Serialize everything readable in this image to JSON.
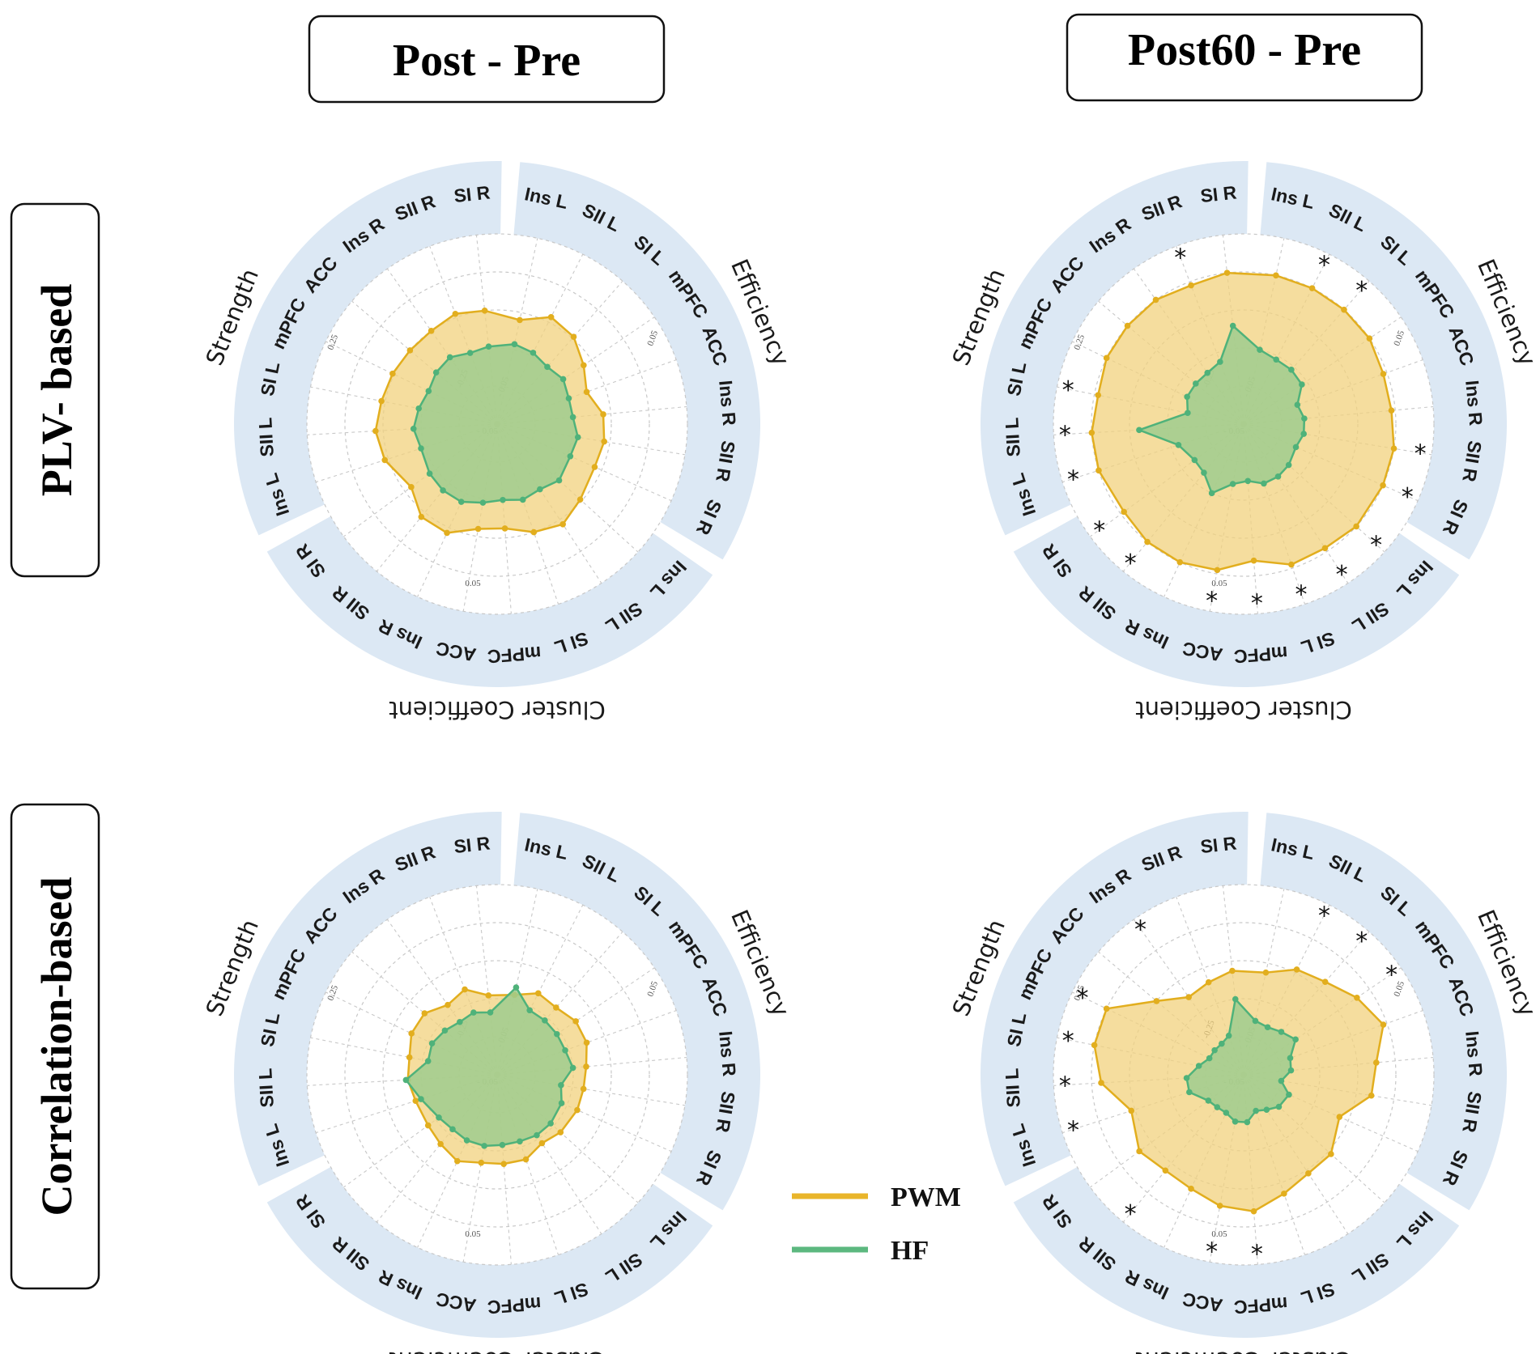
{
  "figure": {
    "columns": [
      "Post - Pre",
      "Post60 - Pre"
    ],
    "rows": [
      "PLV- based",
      "Correlation-based"
    ],
    "legend": [
      {
        "name": "PWM",
        "color": "#E9B52A"
      },
      {
        "name": "HF",
        "color": "#5CB87F"
      }
    ]
  },
  "colors": {
    "band": "#DCE8F4",
    "pwm_line": "#E2AE1E",
    "pwm_fill": "#F2D27E",
    "hf_line": "#4FB27A",
    "hf_fill": "#9FCD8E",
    "grid": "#C8C8C8"
  },
  "chart_data": [
    {
      "type": "radar",
      "title": "Post - Pre",
      "row": "PLV- based",
      "groups": [
        "Efficiency",
        "Cluster Coefficient",
        "Strength"
      ],
      "categories": [
        "Ins L",
        "SII L",
        "SI L",
        "mPFC",
        "ACC",
        "Ins R",
        "SII R",
        "SI R",
        "Ins L",
        "SII L",
        "SI L",
        "mPFC",
        "ACC",
        "Ins R",
        "SII R",
        "SI R",
        "Ins L",
        "SII L",
        "SI L",
        "mPFC",
        "ACC",
        "Ins R",
        "SII R",
        "SI R"
      ],
      "axis_labels": [
        "-0.25",
        "- 0.05",
        "- 0.05",
        "0.05",
        "0.05",
        "0.25"
      ],
      "series": [
        {
          "name": "PWM",
          "values": [
            0.56,
            0.63,
            0.61,
            0.55,
            0.5,
            0.56,
            0.57,
            0.56,
            0.59,
            0.63,
            0.6,
            0.55,
            0.56,
            0.63,
            0.63,
            0.56,
            0.62,
            0.64,
            0.62,
            0.61,
            0.6,
            0.6,
            0.62,
            0.6
          ]
        },
        {
          "name": "HF",
          "values": [
            0.43,
            0.42,
            0.4,
            0.42,
            0.4,
            0.4,
            0.43,
            0.42,
            0.44,
            0.41,
            0.42,
            0.4,
            0.42,
            0.45,
            0.45,
            0.44,
            0.42,
            0.44,
            0.42,
            0.4,
            0.42,
            0.43,
            0.4,
            0.41
          ]
        }
      ],
      "significant": []
    },
    {
      "type": "radar",
      "title": "Post60 - Pre",
      "row": "PLV- based",
      "groups": [
        "Efficiency",
        "Cluster Coefficient",
        "Strength"
      ],
      "categories": [
        "Ins L",
        "SII L",
        "SI L",
        "mPFC",
        "ACC",
        "Ins R",
        "SII R",
        "SI R",
        "Ins L",
        "SII L",
        "SI L",
        "mPFC",
        "ACC",
        "Ins R",
        "SII R",
        "SI R",
        "Ins L",
        "SII L",
        "SI L",
        "mPFC",
        "ACC",
        "Ins R",
        "SII R",
        "SI R"
      ],
      "axis_labels": [
        "-0.25",
        "- 0.05",
        "- 0.05",
        "0.05",
        "0.05",
        "0.25"
      ],
      "series": [
        {
          "name": "PWM",
          "values": [
            0.8,
            0.8,
            0.8,
            0.8,
            0.78,
            0.78,
            0.8,
            0.8,
            0.8,
            0.78,
            0.78,
            0.72,
            0.78,
            0.8,
            0.8,
            0.78,
            0.8,
            0.8,
            0.78,
            0.8,
            0.8,
            0.8,
            0.78,
            0.8
          ]
        },
        {
          "name": "HF",
          "values": [
            0.4,
            0.38,
            0.38,
            0.37,
            0.3,
            0.32,
            0.32,
            0.3,
            0.32,
            0.33,
            0.33,
            0.3,
            0.32,
            0.4,
            0.33,
            0.32,
            0.36,
            0.55,
            0.3,
            0.33,
            0.33,
            0.33,
            0.35,
            0.52
          ]
        }
      ],
      "significant": [
        1,
        2,
        6,
        7,
        8,
        9,
        10,
        11,
        12,
        14,
        15,
        16,
        17,
        18,
        22
      ]
    },
    {
      "type": "radar",
      "title": "Post - Pre",
      "row": "Correlation-based",
      "groups": [
        "Efficiency",
        "Cluster Coefficient",
        "Strength"
      ],
      "categories": [
        "Ins L",
        "SII L",
        "SI L",
        "mPFC",
        "ACC",
        "Ins R",
        "SII R",
        "SI R",
        "Ins L",
        "SII L",
        "SI L",
        "mPFC",
        "ACC",
        "Ins R",
        "SII R",
        "SI R",
        "Ins L",
        "SII L",
        "SI L",
        "mPFC",
        "ACC",
        "Ins R",
        "SII R",
        "SI R"
      ],
      "axis_labels": [
        "-0.25",
        "- 0.05",
        "- 0.05",
        "0.05",
        "0.05",
        "0.25"
      ],
      "series": [
        {
          "name": "PWM",
          "values": [
            0.43,
            0.48,
            0.47,
            0.5,
            0.5,
            0.47,
            0.46,
            0.46,
            0.45,
            0.43,
            0.47,
            0.47,
            0.47,
            0.5,
            0.47,
            0.45,
            0.45,
            0.47,
            0.47,
            0.5,
            0.5,
            0.45,
            0.48,
            0.42
          ]
        },
        {
          "name": "HF",
          "values": [
            0.47,
            0.38,
            0.38,
            0.38,
            0.38,
            0.4,
            0.34,
            0.37,
            0.38,
            0.38,
            0.37,
            0.37,
            0.38,
            0.38,
            0.37,
            0.38,
            0.42,
            0.48,
            0.37,
            0.38,
            0.36,
            0.34,
            0.35,
            0.33
          ]
        }
      ],
      "significant": []
    },
    {
      "type": "radar",
      "title": "Post60 - Pre",
      "row": "Correlation-based",
      "groups": [
        "Efficiency",
        "Cluster Coefficient",
        "Strength"
      ],
      "categories": [
        "Ins L",
        "SII L",
        "SI L",
        "mPFC",
        "ACC",
        "Ins R",
        "SII R",
        "SI R",
        "Ins L",
        "SII L",
        "SI L",
        "mPFC",
        "ACC",
        "Ins R",
        "SII R",
        "SI R",
        "Ins L",
        "SII L",
        "SI L",
        "mPFC",
        "ACC",
        "Ins R",
        "SII R",
        "SI R"
      ],
      "axis_labels": [
        "-0.25",
        "- 0.05",
        "- 0.05",
        "0.05",
        "0.05",
        "0.25"
      ],
      "series": [
        {
          "name": "PWM",
          "values": [
            0.55,
            0.62,
            0.65,
            0.72,
            0.78,
            0.7,
            0.68,
            0.55,
            0.62,
            0.62,
            0.66,
            0.72,
            0.7,
            0.66,
            0.65,
            0.68,
            0.62,
            0.75,
            0.8,
            0.8,
            0.6,
            0.5,
            0.52,
            0.55
          ]
        },
        {
          "name": "HF",
          "values": [
            0.29,
            0.28,
            0.3,
            0.33,
            0.26,
            0.25,
            0.2,
            0.26,
            0.25,
            0.22,
            0.2,
            0.25,
            0.25,
            0.22,
            0.22,
            0.23,
            0.3,
            0.3,
            0.24,
            0.2,
            0.2,
            0.2,
            0.22,
            0.4
          ]
        }
      ],
      "significant": [
        1,
        2,
        3,
        11,
        12,
        14,
        16,
        17,
        18,
        19,
        21
      ]
    }
  ]
}
